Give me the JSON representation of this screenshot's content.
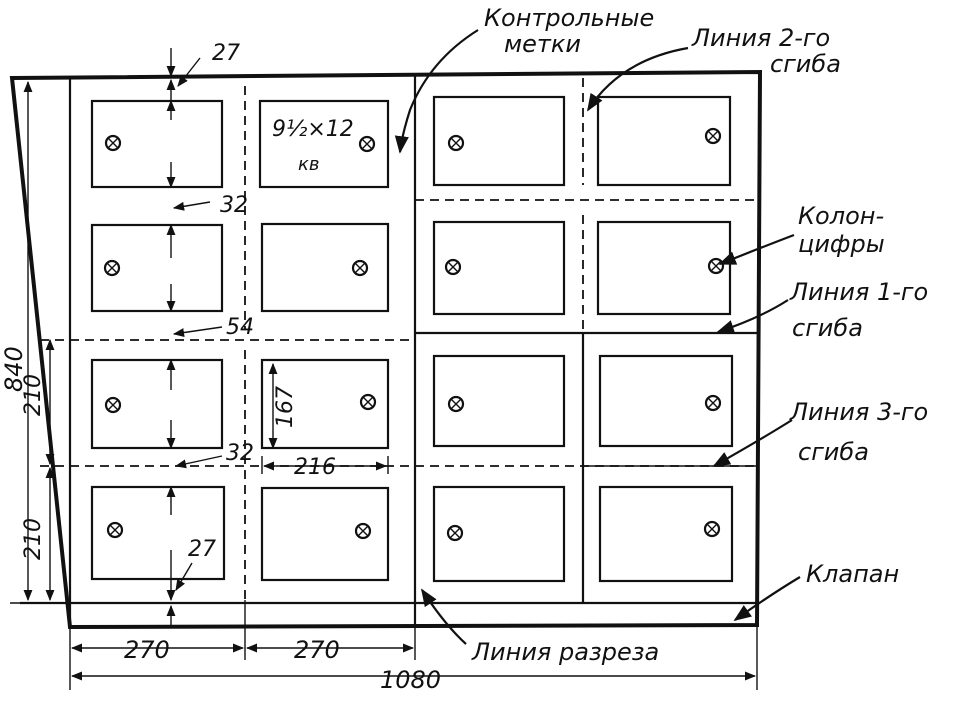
{
  "labels": {
    "control_marks_line1": "Контрольные",
    "control_marks_line2": "метки",
    "fold2_line1": "Линия 2-го",
    "fold2_line2": "сгиба",
    "page_numbers_line1": "Колон-",
    "page_numbers_line2": "цифры",
    "fold1_line1": "Линия 1-го",
    "fold1_line2": "сгиба",
    "fold3_line1": "Линия 3-го",
    "fold3_line2": "сгиба",
    "flap": "Клапан",
    "cut_line": "Линия разреза",
    "page_format_line1": "9½×12",
    "page_format_line2": "кв"
  },
  "dimensions": {
    "margin_top": "27",
    "gap_row_1_2": "32",
    "gap_row_2_3": "54",
    "gap_row_3_4": "32",
    "margin_bottom": "27",
    "page_height": "167",
    "page_width": "216",
    "row_height_upper": "210",
    "row_height_lower": "210",
    "sheet_height": "840",
    "column_width_1": "270",
    "column_width_2": "270",
    "sheet_width": "1080"
  }
}
